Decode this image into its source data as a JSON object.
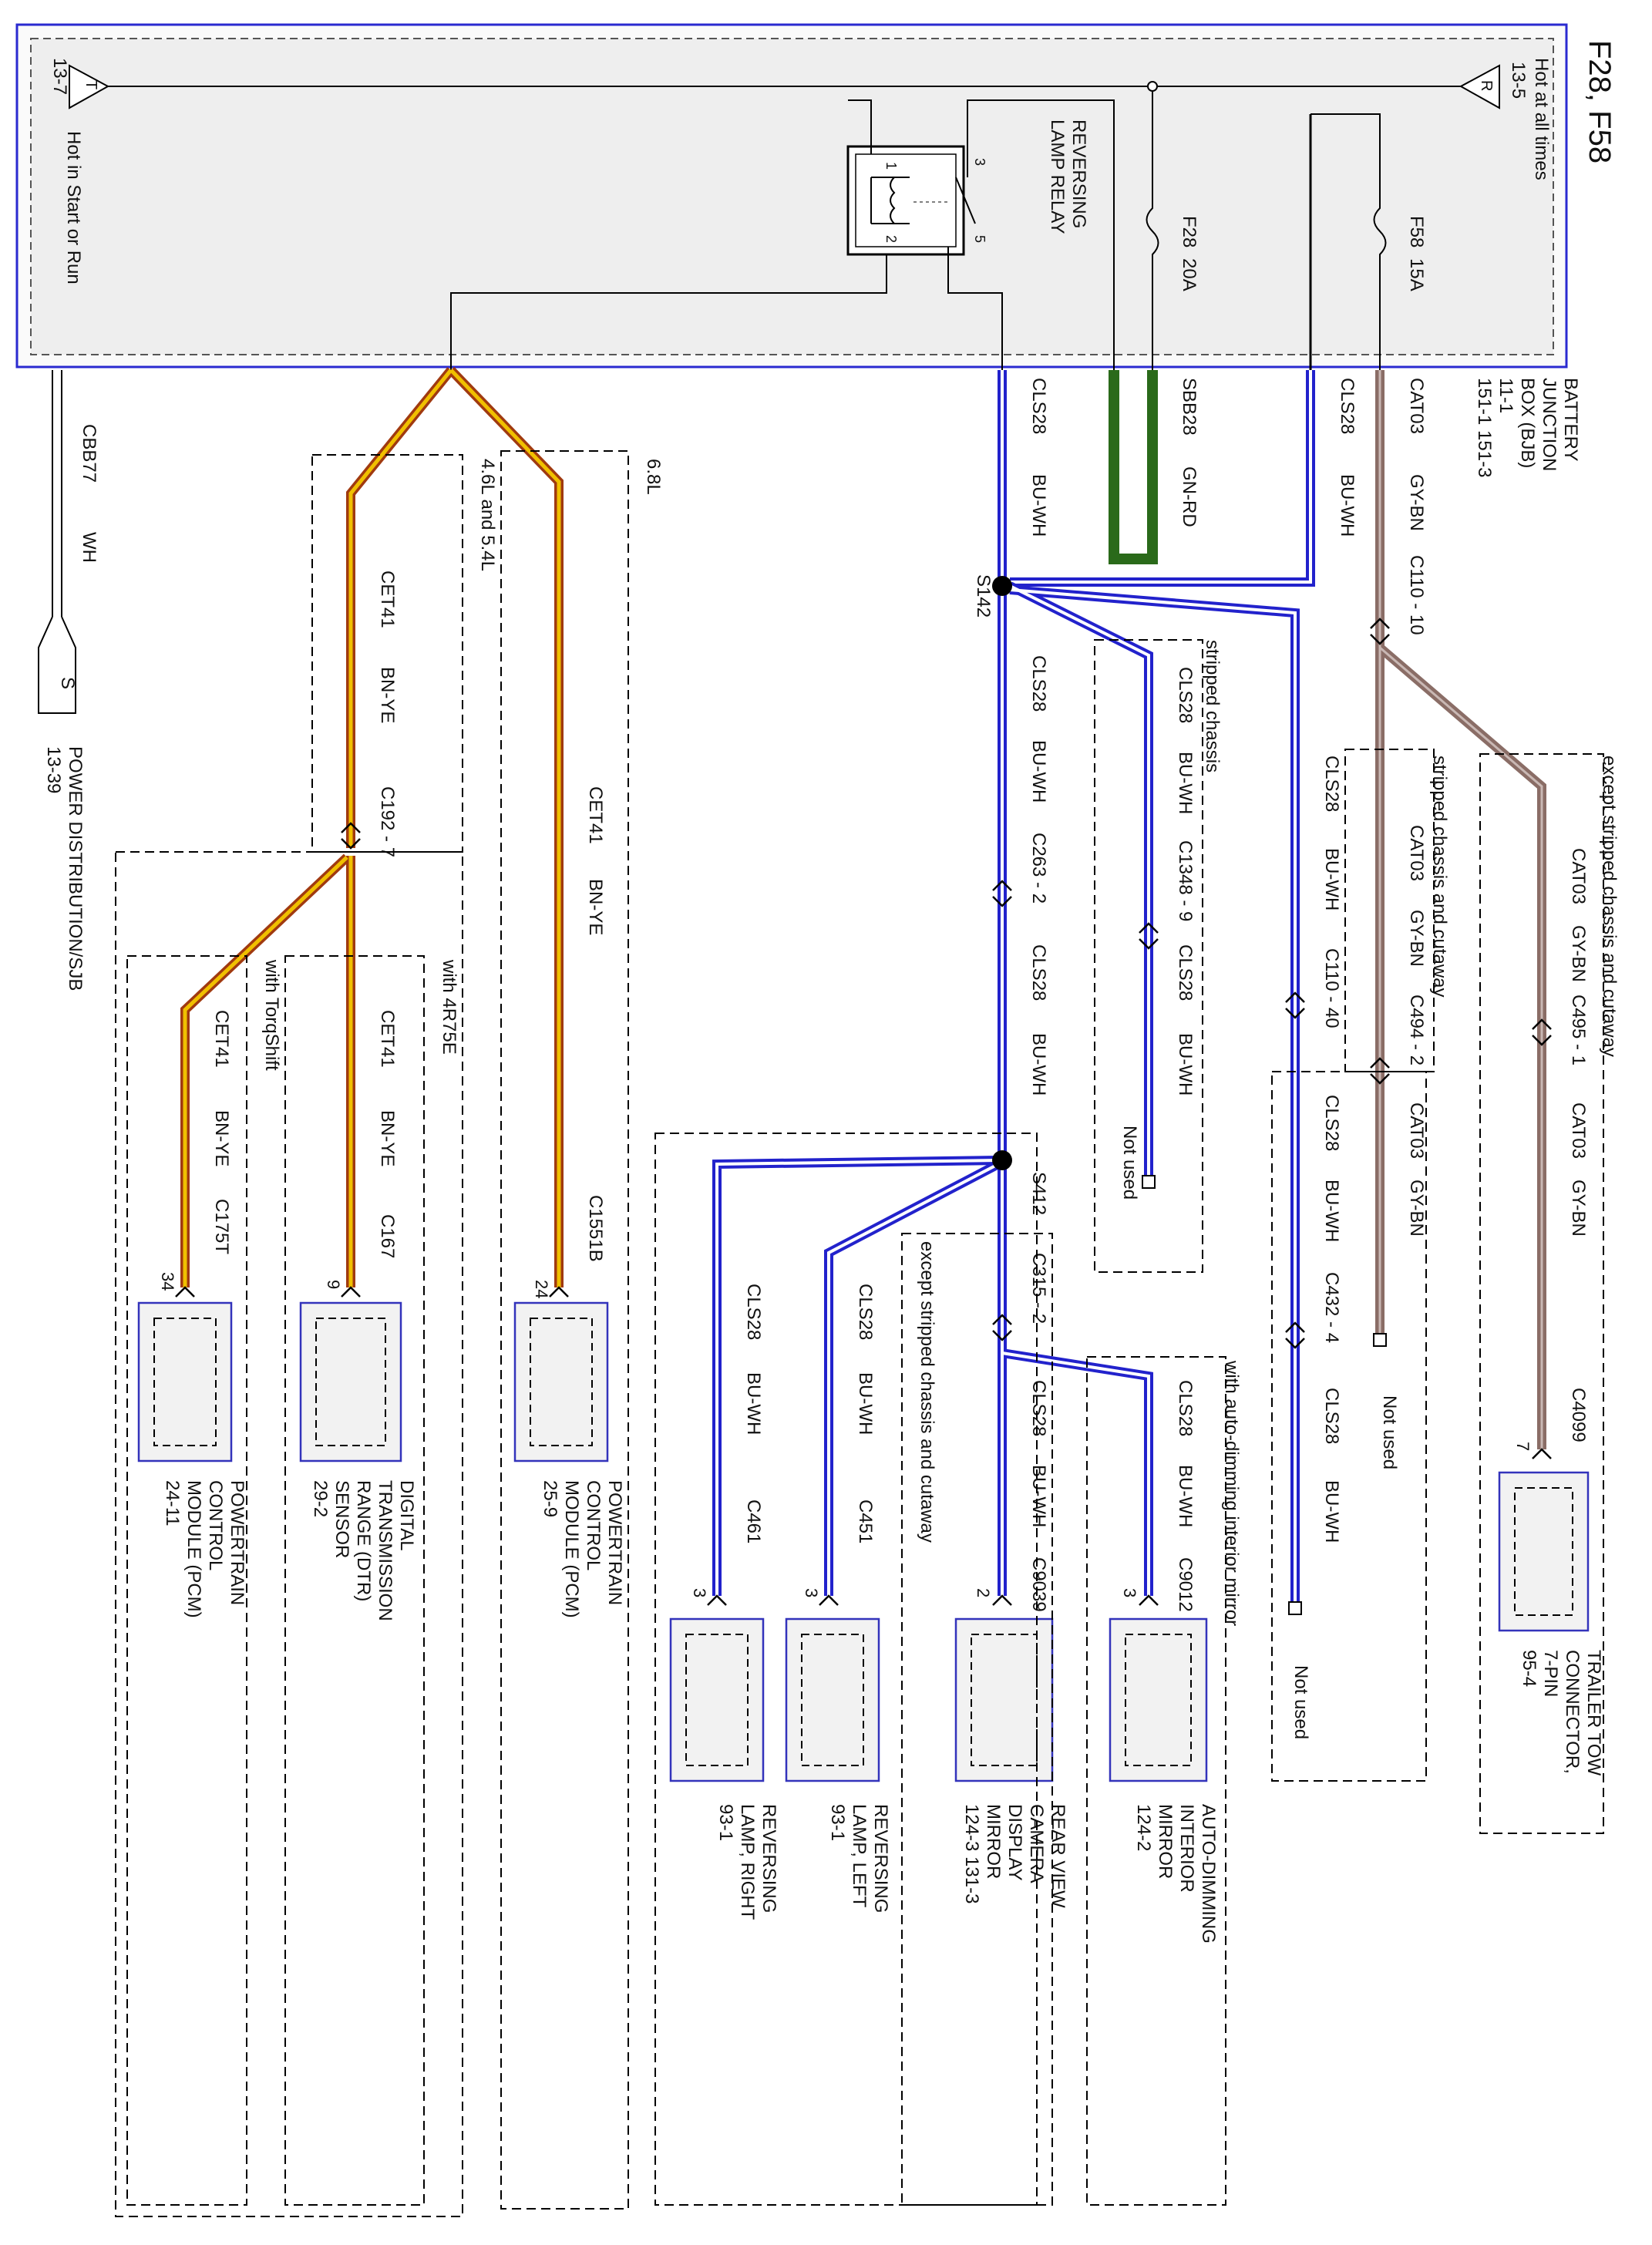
{
  "title": "F28, F58",
  "bjb": {
    "name": [
      "BATTERY",
      "JUNCTION",
      "BOX (BJB)",
      "11-1",
      "151-1   151-3"
    ],
    "hot_all": "Hot at all times",
    "hot_all_ref": "13-5",
    "hot_run": "Hot in Start or Run",
    "hot_run_ref": "13-7",
    "bus_r": "R",
    "bus_t": "T"
  },
  "relay": {
    "name": [
      "REVERSING",
      "LAMP RELAY"
    ],
    "pins": [
      "1",
      "2",
      "3",
      "5"
    ]
  },
  "fuses": [
    {
      "id": "F28",
      "rating": "20A"
    },
    {
      "id": "F58",
      "rating": "15A"
    }
  ],
  "wires": {
    "cbb77": "CBB77",
    "wh": "WH",
    "sbb28": "SBB28",
    "gnrd": "GN-RD",
    "cls28": "CLS28",
    "buwh": "BU-WH",
    "cat03": "CAT03",
    "gybn": "GY-BN",
    "cet41": "CET41",
    "bnye": "BN-YE"
  },
  "splices": {
    "s142": "S142",
    "s412": "S412"
  },
  "connectors": {
    "c110_10": "C110 - 10",
    "c110_40": "C110 - 40",
    "c495_1": "C495 - 1",
    "c494_2": "C494 - 2",
    "c432_4": "C432 - 4",
    "c1348_9": "C1348 - 9",
    "c263_2": "C263 - 2",
    "c315_2": "C315 - 2",
    "c192_7": "C192 - 7",
    "c4099": "C4099",
    "c9012": "C9012",
    "c9039": "C9039",
    "c451": "C451",
    "c461": "C461",
    "c1551b": "C1551B",
    "c167": "C167",
    "c175t": "C175T"
  },
  "pins": {
    "p7": "7",
    "p3a": "3",
    "p2": "2",
    "p3b": "3",
    "p3c": "3",
    "p24": "24",
    "p9": "9",
    "p34": "34"
  },
  "options": {
    "except_stripped": "except stripped chassis and cutaway",
    "stripped_cutaway": "stripped chassis and cutaway",
    "stripped": "stripped chassis",
    "except_stripped2": "except stripped chassis and cutaway",
    "auto_dim": "with auto-dimming interior mirror",
    "l68": "6.8L",
    "l46": "4.6L and 5.4L",
    "r75e": "with 4R75E",
    "torq": "with TorqShift"
  },
  "not_used": "Not used",
  "power_dist": [
    "POWER DISTRIBUTION/SJB",
    "13-39"
  ],
  "ground_s": "S",
  "components": {
    "trailer": [
      "TRAILER TOW",
      "CONNECTOR,",
      "7-PIN",
      "95-4"
    ],
    "autodim": [
      "AUTO-DIMMING",
      "INTERIOR",
      "MIRROR",
      "124-2"
    ],
    "rearview": [
      "REAR VIEW",
      "CAMERA",
      "DISPLAY",
      "MIRROR",
      "124-3   131-3"
    ],
    "lamp_left": [
      "REVERSING",
      "LAMP, LEFT",
      "93-1"
    ],
    "lamp_right": [
      "REVERSING",
      "LAMP, RIGHT",
      "93-1"
    ],
    "pcm68": [
      "POWERTRAIN",
      "CONTROL",
      "MODULE (PCM)",
      "25-9"
    ],
    "dtr": [
      "DIGITAL",
      "TRANSMISSION",
      "RANGE (DTR)",
      "SENSOR",
      "29-2"
    ],
    "pcm46": [
      "POWERTRAIN",
      "CONTROL",
      "MODULE (PCM)",
      "24-11"
    ]
  },
  "colors": {
    "frame": "#2a2ad0",
    "bu_wh": "#2222cc",
    "gy_bn": "#8a6d66",
    "gn_rd": "#2a6a1a",
    "bn_ye": "#e0a000",
    "box_fill": "#f2f2f2"
  }
}
